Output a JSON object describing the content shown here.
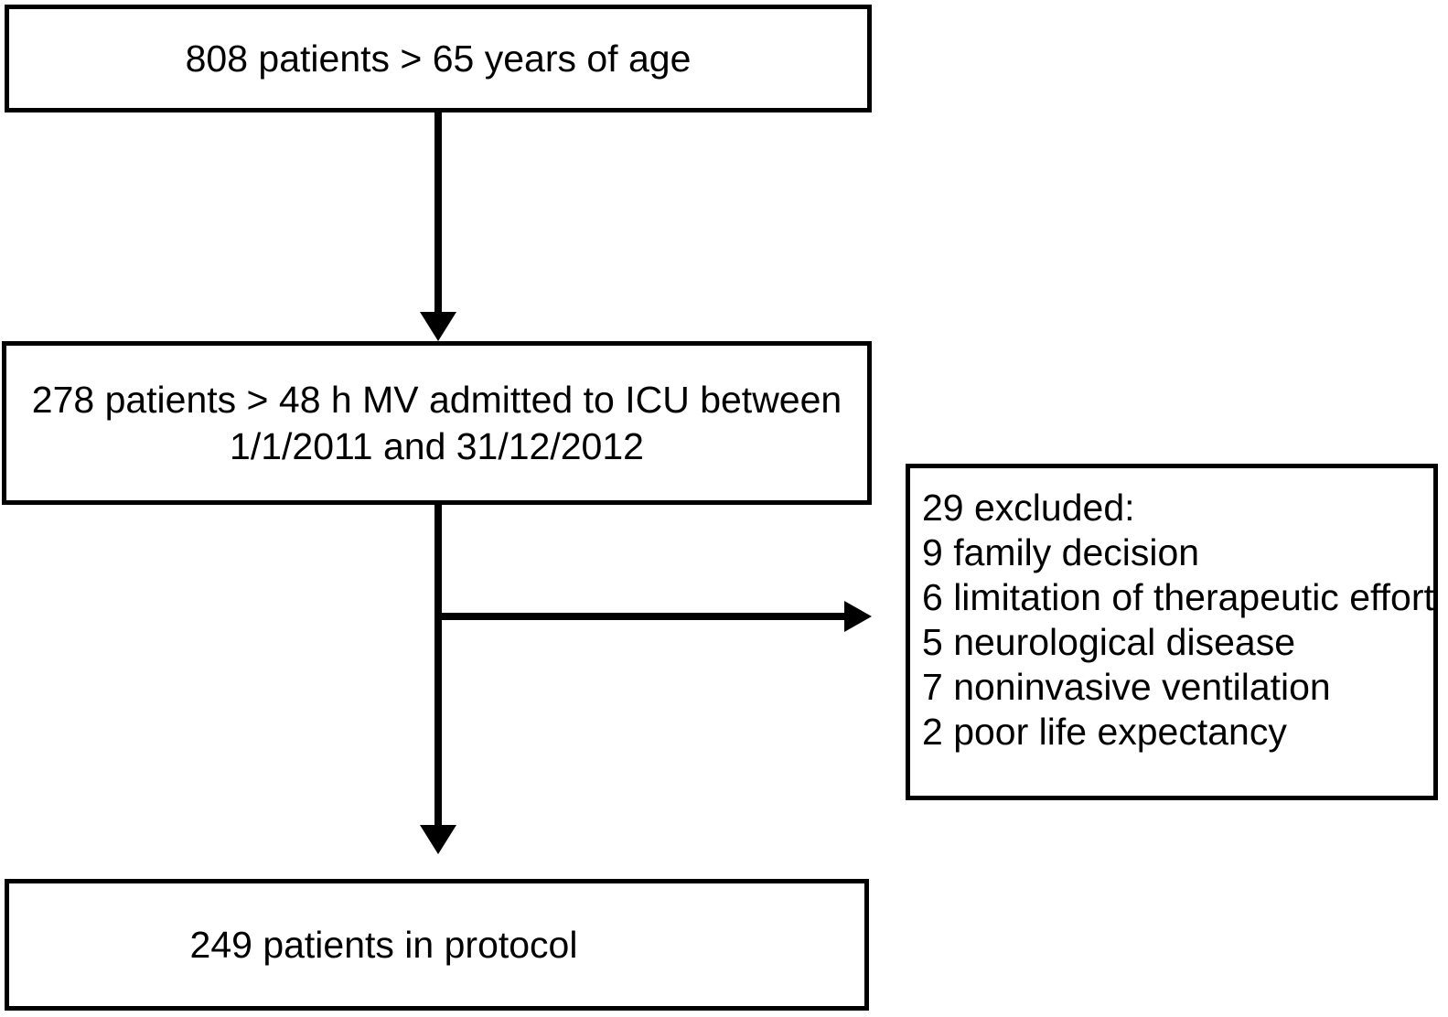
{
  "figure": {
    "type": "patient-flow-diagram",
    "colors": {
      "ink": "#000000",
      "background": "#ffffff"
    },
    "box_total": {
      "text": "808 patients > 65 years of age"
    },
    "box_mv": {
      "line1": "278 patients > 48 h MV admitted to ICU between",
      "line2": "1/1/2011 and 31/12/2012"
    },
    "box_excluded": {
      "lines": [
        "29 excluded:",
        "9 family decision",
        "6 limitation of therapeutic effort",
        "5 neurological disease",
        "7 noninvasive ventilation",
        "2 poor life expectancy"
      ]
    },
    "box_final": {
      "text": "249 patients in protocol"
    }
  }
}
